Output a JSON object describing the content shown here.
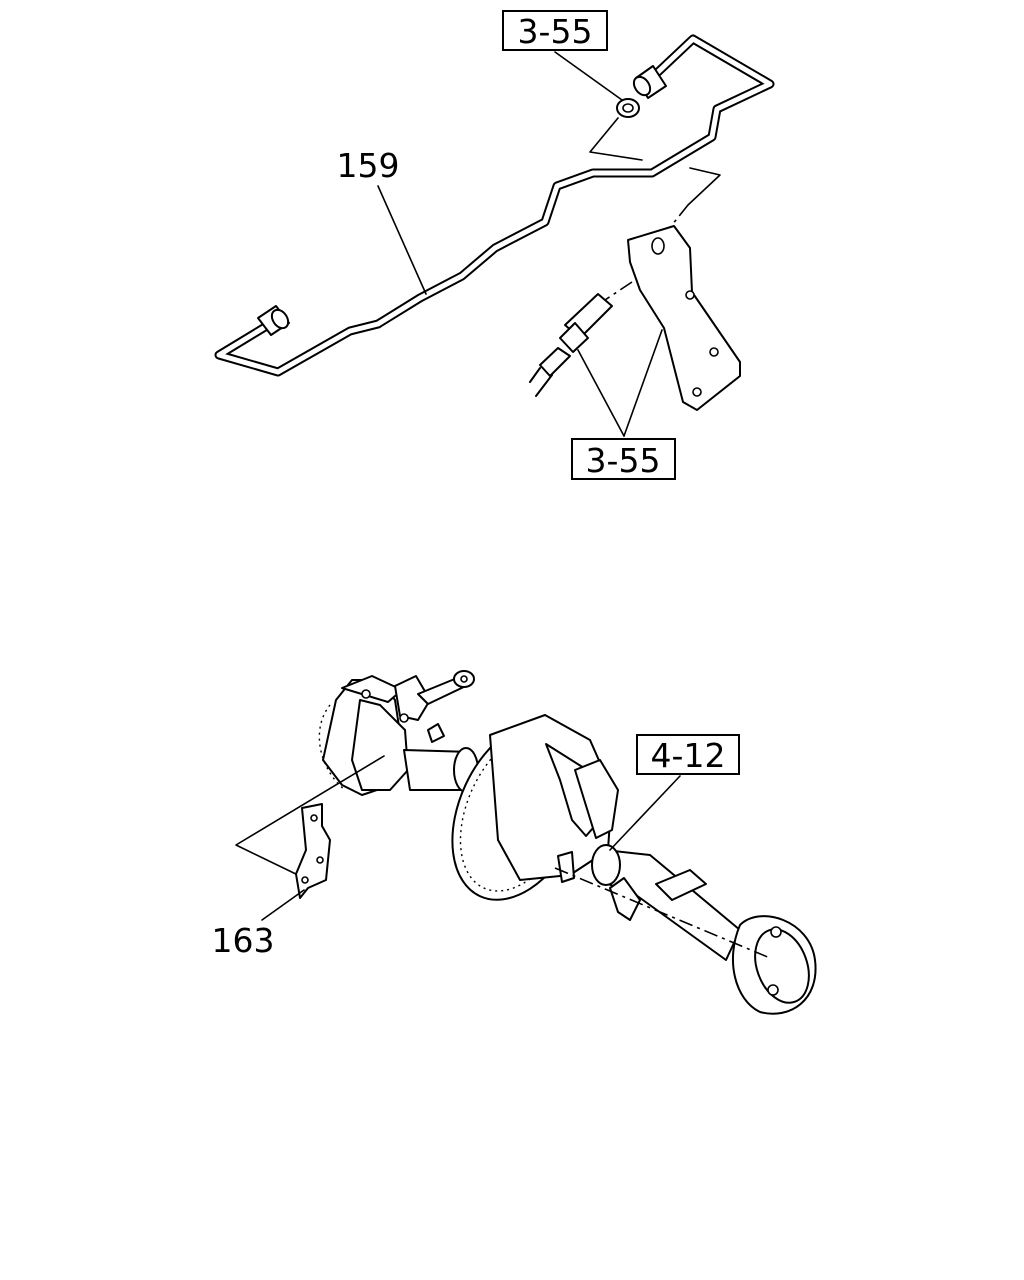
{
  "callouts": {
    "top_ref": "3-55",
    "pipe": "159",
    "bracket_ref": "3-55",
    "axle_ref": "4-12",
    "small_bracket": "163"
  }
}
